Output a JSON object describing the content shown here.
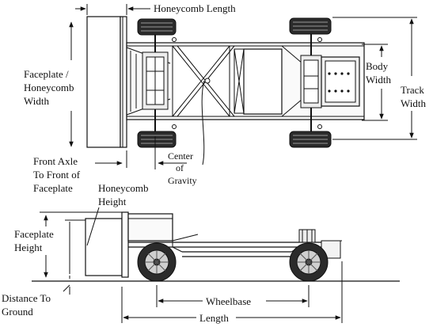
{
  "labels": {
    "honeycomb_length": "Honeycomb Length",
    "faceplate_honeycomb_width": [
      "Faceplate /",
      "Honeycomb",
      "Width"
    ],
    "body_width": [
      "Body",
      "Width"
    ],
    "track_width": [
      "Track",
      "Width"
    ],
    "front_axle_to_faceplate": [
      "Front Axle",
      "To Front of",
      "Faceplate"
    ],
    "center_of_gravity": [
      "Center",
      "of",
      "Gravity"
    ],
    "honeycomb_height": [
      "Honeycomb",
      "Height"
    ],
    "faceplate_height": [
      "Faceplate",
      "Height"
    ],
    "distance_to_ground": [
      "Distance To",
      "Ground"
    ],
    "wheelbase": "Wheelbase",
    "length": "Length"
  },
  "colors": {
    "line": "#111111",
    "tire": "#2b2b2b",
    "tire_tread": "#9a9a9a",
    "frame_fill": "#f3f3f3",
    "wheel_hub": "#cfcfcf"
  }
}
